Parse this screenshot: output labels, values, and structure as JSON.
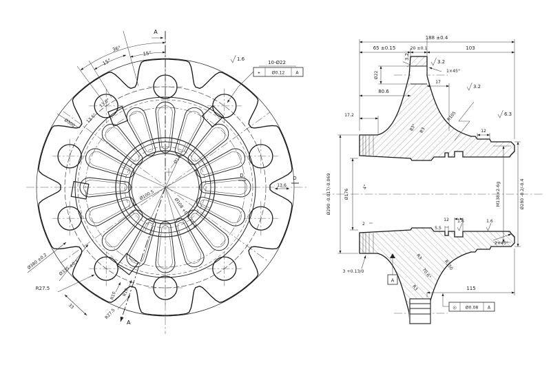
{
  "front_view": {
    "section_label_top": "A",
    "section_label_bottom": "A",
    "angle_36": "36°",
    "angle_15_a": "15°",
    "angle_15_b": "15°",
    "angle_13_6_a": "13.6°",
    "angle_13_6_b": "13.6°",
    "square_dim": "13.6",
    "detail_label_a": "D",
    "detail_label_b": "D",
    "finish_bolt_holes": "1.6",
    "bolt_hole_callout": "10-Ø22",
    "bolt_fcf": {
      "symbol": "⌖",
      "tolerance": "Ø0.12",
      "datum": "A"
    },
    "bolt_circle_dia": "Ø300",
    "outer_dia": "Ø380 ±0.2",
    "pilot_dia": "Ø335 ±0.1",
    "radius_bolt_lobe": "R27.5",
    "edge_width": "33",
    "radius_lobe_lower": "R27.5",
    "radius_valley_a": "R10",
    "radius_valley_b": "R10",
    "bore_dia": "Ø100.5",
    "bore_step_dia": "Ø108 +0.4/+0.1",
    "small_hole_dia": "Ø14"
  },
  "section_view": {
    "overall_width": "188 ±0.4",
    "flange_offset": "65 ±0.15",
    "flange_thickness": "20 ±0.1",
    "barrel_length": "103",
    "finish_flange_left": "3.2",
    "finish_flange_right": "3.2",
    "finish_web": "3.2",
    "finish_general": "6.3",
    "stud_chamfer": "1×45°",
    "stud_hole_dia": "Ø22",
    "dim_17": "17",
    "dim_80_6": "80.6",
    "dim_17_2": "17.2",
    "web_angle": "83°",
    "web_radius_small": "R3",
    "web_radius": "R105",
    "dim_12_flange": "12",
    "groove_width_a": "12",
    "groove_width_b": "5.5",
    "finish_bore_a": "1.6",
    "finish_bore_b": "1.6",
    "groove_depth": "2",
    "taper_angle": "4°",
    "seat_dia": "Ø290 -0.017/-0.069",
    "bore_dia": "Ø176",
    "step_dim": "3 +0.13/0",
    "thread": "M138×2-6g",
    "pilot_dia": "Ø280 -0.2/-0.4",
    "chamfer": "2×45°",
    "web_radius_large": "R350",
    "spigot_angle": "70.6°",
    "radius_a": "R3",
    "radius_b": "R3",
    "dim_115": "115",
    "datum_label": "A",
    "runout_fcf": {
      "symbol": "◎",
      "tolerance": "Ø0.08",
      "datum": "A"
    }
  }
}
